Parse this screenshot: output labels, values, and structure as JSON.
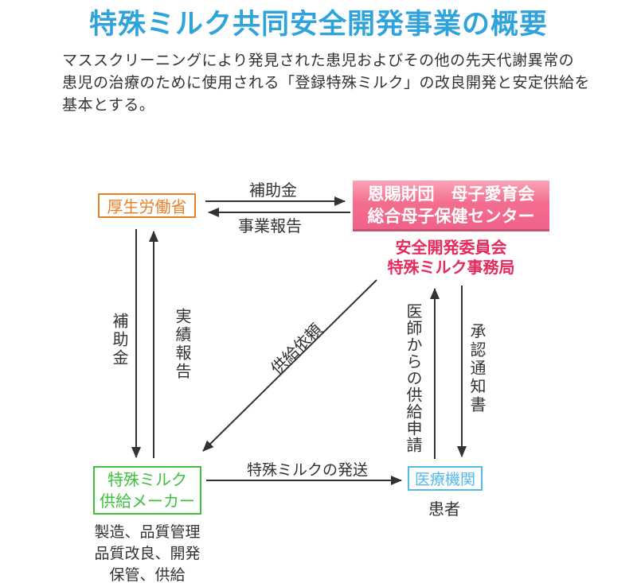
{
  "header": {
    "title": "特殊ミルク共同安全開発事業の概要",
    "description": "マススクリーニングにより発見された患児およびその他の先天代謝異常の\n患児の治療のために使用される「登録特殊ミルク」の改良開発と安定供給を\n基本とする。"
  },
  "colors": {
    "title_blue": "#2fa3dc",
    "mhlw_orange": "#e8802a",
    "center_pink": "#f36e8e",
    "center_pink_border": "#c85270",
    "committee_red": "#e8295c",
    "maker_green": "#3ec13e",
    "medical_blue": "#55b8e8",
    "arrow_black": "#333333"
  },
  "nodes": {
    "mhlw": {
      "label": "厚生労働省"
    },
    "center": {
      "line1": "恩賜財団　母子愛育会",
      "line2": "総合母子保健センター"
    },
    "committee": {
      "line1": "安全開発委員会",
      "line2": "特殊ミルク事務局"
    },
    "maker": {
      "line1": "特殊ミルク",
      "line2": "供給メーカー",
      "roles": "製造、品質管理\n品質改良、開発\n保管、供給"
    },
    "medical": {
      "label": "医療機関"
    },
    "patient": {
      "label": "患者"
    }
  },
  "flows": {
    "subsidy_to_center": "補助金",
    "business_report": "事業報告",
    "subsidy_to_maker": "補助金",
    "performance_report": "実績報告",
    "supply_request": "供給依頼",
    "doctor_supply_application": "医師からの供給申請",
    "approval_notice": "承認通知書",
    "milk_shipment": "特殊ミルクの発送"
  }
}
